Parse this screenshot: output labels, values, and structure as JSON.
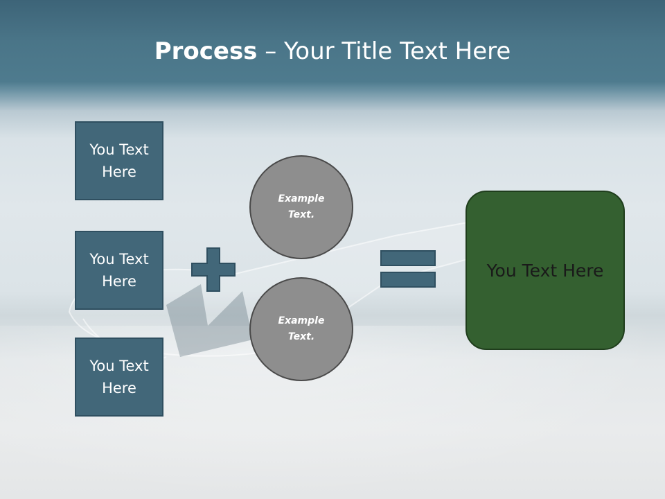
{
  "slide": {
    "title_bold": "Process",
    "title_rest": " – Your Title Text Here",
    "boxes": [
      "You Text Here",
      "You Text Here",
      "You Text Here"
    ],
    "circles": [
      "Example Text.",
      "Example Text."
    ],
    "result": "You Text Here"
  },
  "colors": {
    "box_fill": "#426779",
    "circle_fill": "#8e8e8e",
    "result_fill": "#346030",
    "operator_fill": "#426779"
  },
  "icons": {
    "plus": "plus-icon",
    "equals": "equals-icon"
  }
}
